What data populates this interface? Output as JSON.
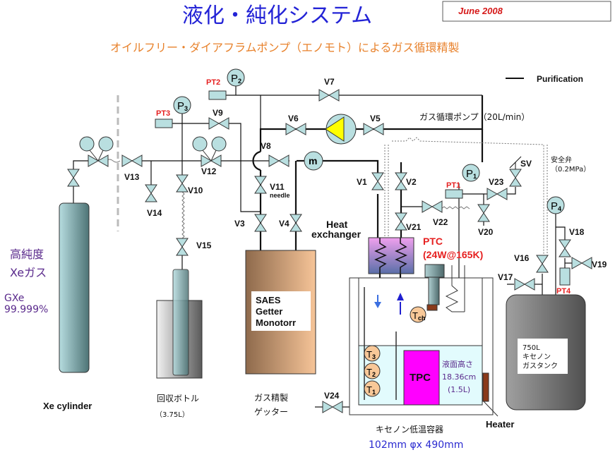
{
  "header": {
    "title": "液化・純化システム",
    "subtitle": "オイルフリー・ダイアフラムポンプ（エノモト）によるガス循環精製",
    "date": "June 2008"
  },
  "legend": {
    "purification": "Purification"
  },
  "valves": {
    "v1": "V1",
    "v2": "V2",
    "v3": "V3",
    "v4": "V4",
    "v5": "V5",
    "v6": "V6",
    "v7": "V7",
    "v8": "V8",
    "v9": "V9",
    "v10": "V10",
    "v11": "V11",
    "v12": "V12",
    "v13": "V13",
    "v14": "V14",
    "v15": "V15",
    "v16": "V16",
    "v17": "V17",
    "v18": "V18",
    "v19": "V19",
    "v20": "V20",
    "v21": "V21",
    "v22": "V22",
    "v23": "V23",
    "v24": "V24",
    "sv": "SV",
    "v11_note": "needle"
  },
  "gauges": {
    "p1": "P",
    "p2": "P",
    "p3": "P",
    "p4": "P",
    "p1_sub": "1",
    "p2_sub": "2",
    "p3_sub": "3",
    "p4_sub": "4",
    "m": "m"
  },
  "transducers": {
    "pt1": "PT1",
    "pt2": "PT2",
    "pt3": "PT3",
    "pt4": "PT4"
  },
  "labels": {
    "pump": "ガス循環ポンプ（20L/min）",
    "safety_valve": "安全弁",
    "safety_pressure": "（0.2MPa）",
    "heat_exchanger_1": "Heat",
    "heat_exchanger_2": "exchanger",
    "ptc_1": "PTC",
    "ptc_2": "(24W@165K)",
    "getter_1": "SAES",
    "getter_2": "Getter",
    "getter_3": "Monotorr",
    "purity_1": "高純度",
    "purity_2": "Xeガス",
    "gxe_1": "GXe",
    "gxe_2": "99.999%",
    "cylinder": "Xe cylinder",
    "bottle_1": "回収ボトル",
    "bottle_2": "（3.75L）",
    "gas_getter_1": "ガス精製",
    "gas_getter_2": "ゲッター",
    "vessel": "キセノン低温容器",
    "vessel_size": "102mm φx 490mm",
    "heater": "Heater",
    "tpc": "TPC",
    "level_1": "液面高さ",
    "level_2": "18.36cm",
    "level_3": "(1.5L)",
    "tank_1": "750L",
    "tank_2": "キセノン",
    "tank_3": "ガスタンク",
    "t1": "T",
    "t1_sub": "1",
    "t2": "T",
    "t2_sub": "2",
    "t3": "T",
    "t3_sub": "3",
    "tch": "T",
    "tch_sub": "ch"
  },
  "colors": {
    "title": "#2323d6",
    "subtitle": "#e8822c",
    "accent_red": "#e62020",
    "valve_fill": "#b9dfe0",
    "tpc": "#ff00ff",
    "pump_triangle": "#ffff00",
    "liquid": "#e2fbfd"
  }
}
